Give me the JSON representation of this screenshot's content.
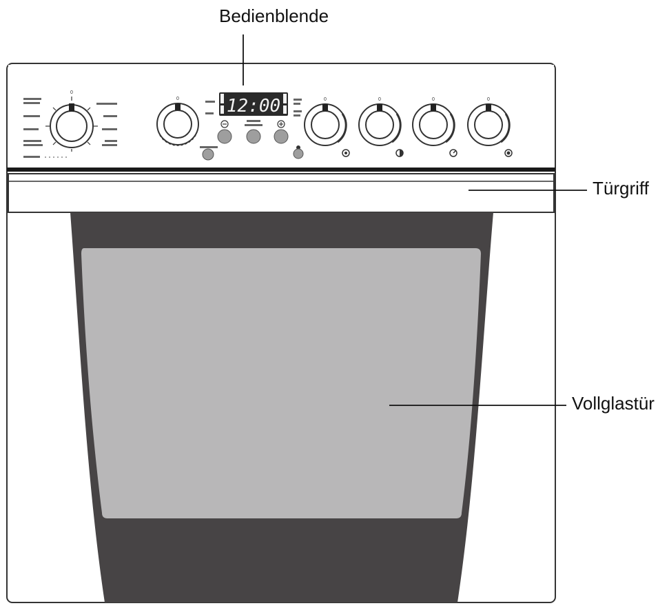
{
  "labels": {
    "control_panel": "Bedienblende",
    "door_handle": "Türgriff",
    "glass_door": "Vollglastür"
  },
  "display": {
    "time": "12:00"
  },
  "colors": {
    "frame": "#333333",
    "door_dark": "#474445",
    "door_glass": "#b8b7b8",
    "panel_bg": "#ffffff",
    "button_grey": "#9e9e9e",
    "display_bg": "#2a2a2a",
    "display_digits": "#f2f2f2"
  },
  "icons": {
    "knob_icons": [
      "hob-zone-front-left-icon",
      "hob-zone-front-right-icon",
      "hob-zone-rear-right-icon",
      "hob-zone-rear-left-icon"
    ],
    "buttons": [
      "minus-button-icon",
      "auto-button-icon",
      "plus-button-icon"
    ]
  }
}
